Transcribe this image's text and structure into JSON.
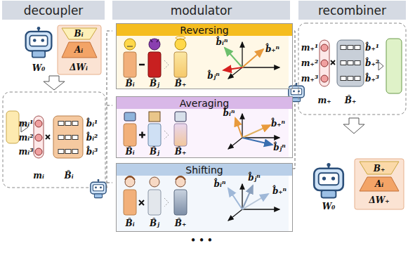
{
  "diagram": {
    "nodes": [
      {
        "text": [
          "decoupler"
        ]
      },
      {
        "text": [
          "modulator"
        ]
      },
      {
        "text": [
          "recombiner"
        ]
      },
      {
        "text": [
          "Reversing"
        ]
      },
      {
        "text": [
          "Averaging"
        ]
      },
      {
        "text": [
          "Shifting"
        ]
      }
    ],
    "labels": [
      "Bᵢ",
      "Aᵢ",
      "W₀",
      "ΔWᵢ",
      "mᵢ¹",
      "mᵢ²",
      "mᵢ³",
      "b̂ᵢ¹",
      "b̂ᵢ²",
      "b̂ᵢ³",
      "mᵢ",
      "B̂ᵢ",
      "B̂ᵢ",
      "B̂ⱼ",
      "B̂₊",
      "b̂ᵢⁿ",
      "b̂₊ⁿ",
      "b̂ⱼⁿ",
      "B̂ᵢ",
      "B̂ⱼ",
      "B̂₊",
      "b̂ᵢⁿ",
      "b̂₊ⁿ",
      "b̂ⱼⁿ",
      "B̂ᵢ",
      "B̂ⱼ",
      "B̂₊",
      "b̂ᵢⁿ",
      "b̂ⱼⁿ",
      "b̂₊ⁿ",
      "• • •",
      "m₊¹",
      "m₊²",
      "m₊³",
      "b̂₊¹",
      "b̂₊²",
      "b̂₊³",
      "m₊",
      "B̂₊",
      "W₀",
      "B₊",
      "Aᵢ",
      "ΔW₊"
    ]
  }
}
